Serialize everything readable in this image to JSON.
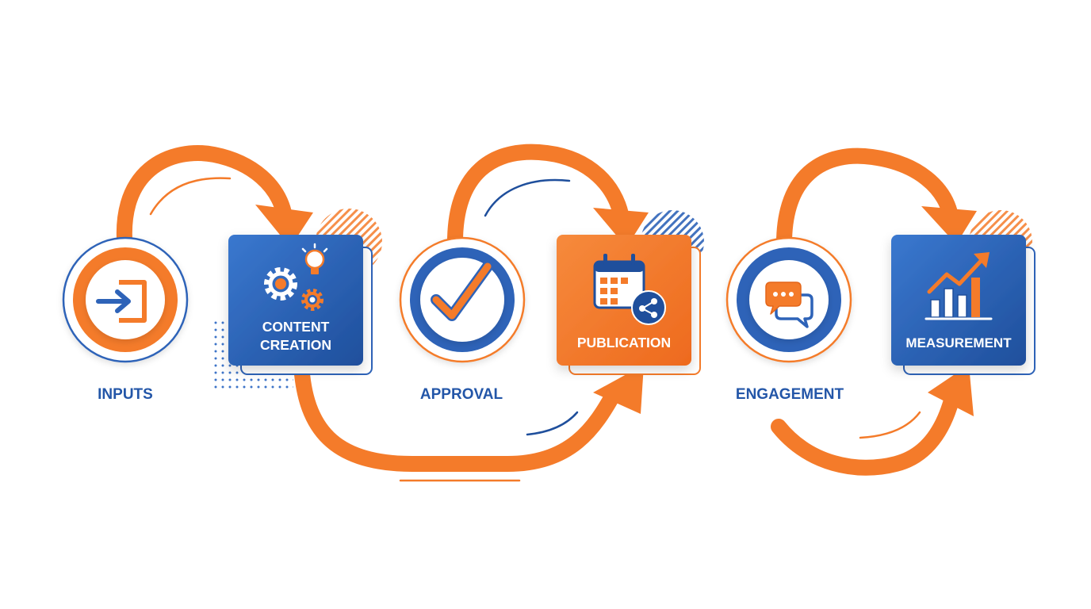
{
  "colors": {
    "orange": "#F47B2A",
    "orange_dark": "#E4661A",
    "blue": "#2E63B8",
    "blue_dark": "#1F4F9C",
    "white": "#FFFFFF",
    "label_blue": "#2356A8"
  },
  "steps": [
    {
      "label": "INPUTS",
      "shape": "circle",
      "icon": "sign-in-arrow-icon"
    },
    {
      "label_line1": "CONTENT",
      "label_line2": "CREATION",
      "shape": "square-blue",
      "icon": "gears-lightbulb-icon"
    },
    {
      "label": "APPROVAL",
      "shape": "circle",
      "icon": "checkmark-icon"
    },
    {
      "label": "PUBLICATION",
      "shape": "square-orange",
      "icon": "calendar-share-icon"
    },
    {
      "label": "ENGAGEMENT",
      "shape": "circle",
      "icon": "chat-bubbles-icon"
    },
    {
      "label": "MEASUREMENT",
      "shape": "square-blue",
      "icon": "bar-chart-growth-icon"
    }
  ]
}
